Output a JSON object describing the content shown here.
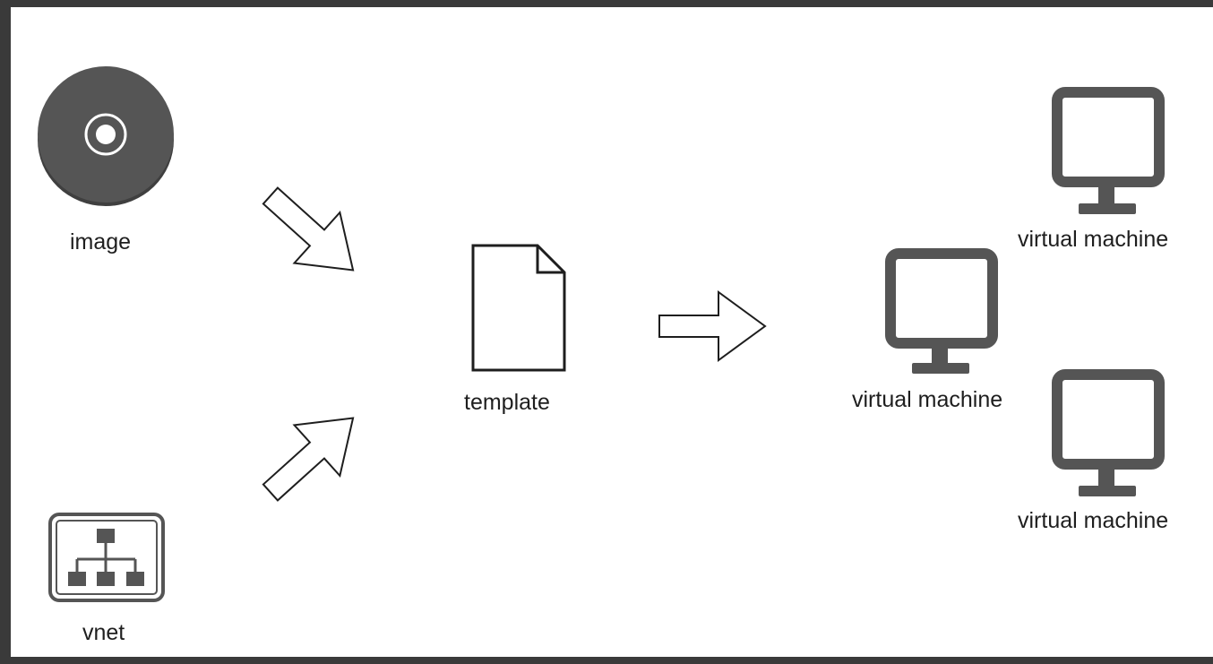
{
  "colors": {
    "background": "#ffffff",
    "outer_border": "#3a3a3a",
    "icon_dark": "#555555",
    "outline": "#1e1e1e",
    "disc_rim": "#3f3f3f"
  },
  "nodes": {
    "image": {
      "label": "image",
      "icon": "disc-icon"
    },
    "vnet": {
      "label": "vnet",
      "icon": "network-topology-icon"
    },
    "template": {
      "label": "template",
      "icon": "document-icon"
    },
    "vm_top": {
      "label": "virtual machine",
      "icon": "monitor-icon"
    },
    "vm_middle": {
      "label": "virtual machine",
      "icon": "monitor-icon"
    },
    "vm_bottom": {
      "label": "virtual machine",
      "icon": "monitor-icon"
    }
  },
  "edges": [
    {
      "from": "image",
      "to": "template",
      "icon": "arrow-icon"
    },
    {
      "from": "vnet",
      "to": "template",
      "icon": "arrow-icon"
    },
    {
      "from": "template",
      "to": "virtual machine",
      "icon": "arrow-icon"
    }
  ]
}
